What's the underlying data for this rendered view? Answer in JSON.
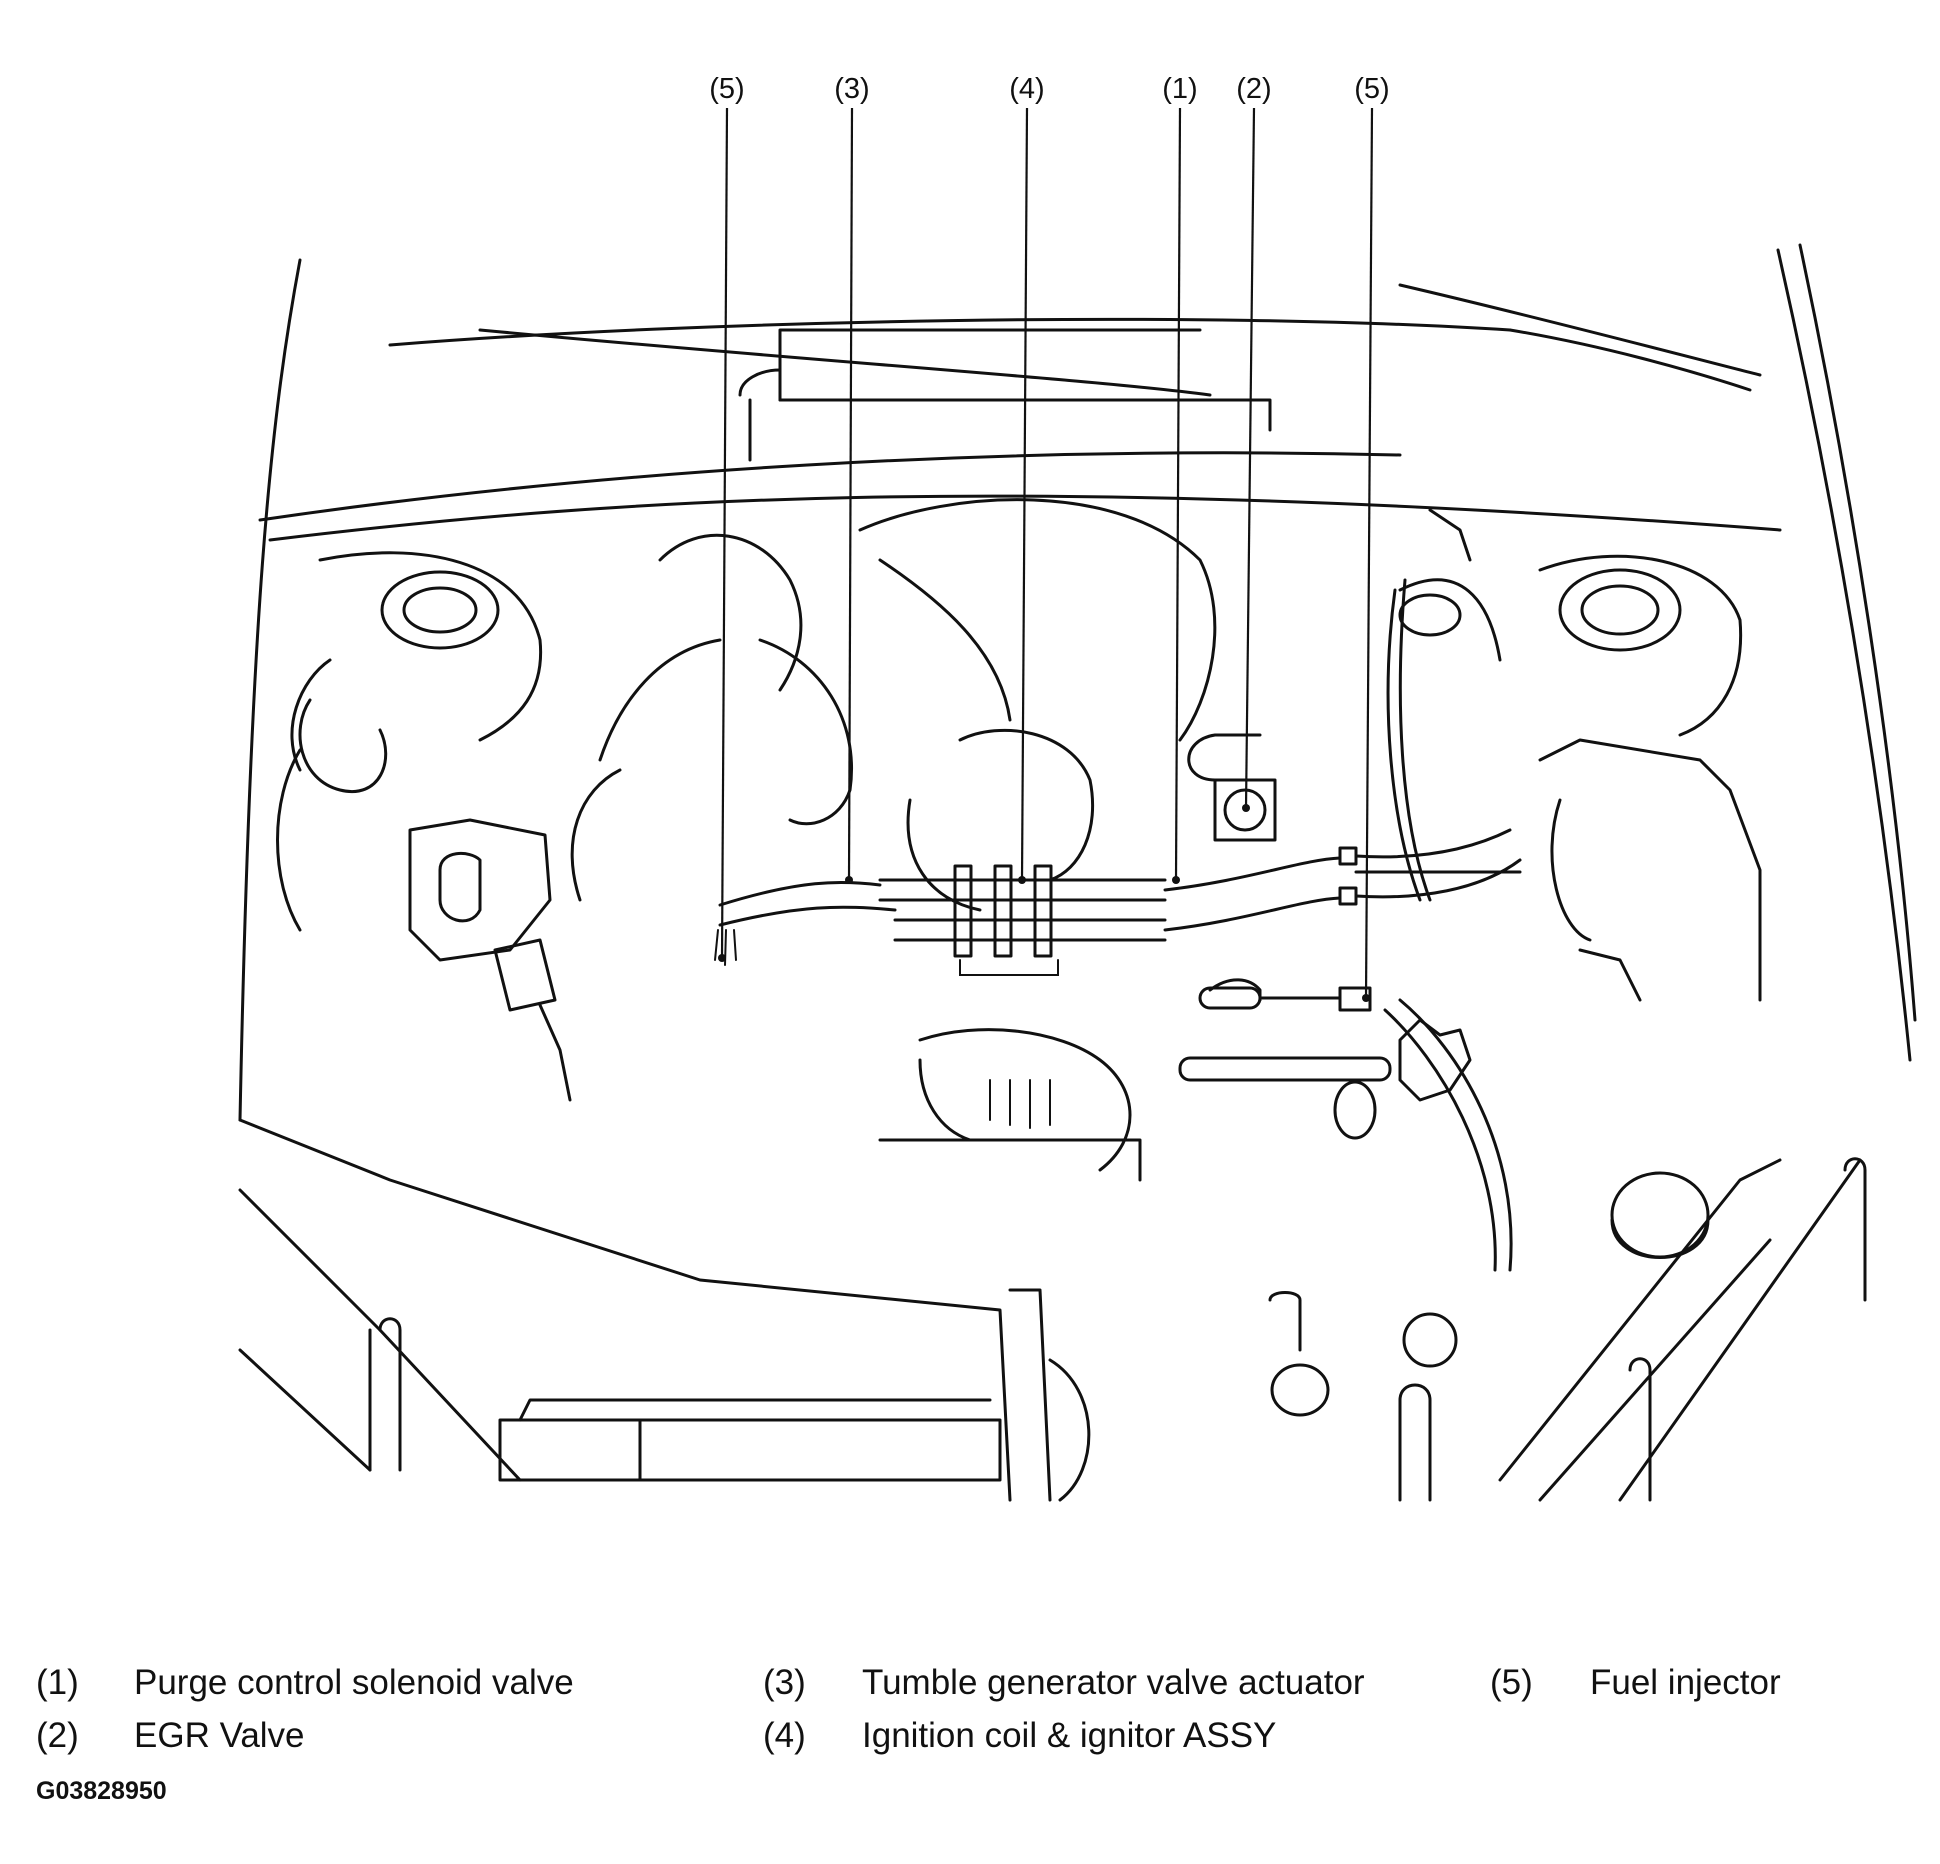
{
  "diagram": {
    "callouts": [
      {
        "id": "c5a",
        "label": "(5)"
      },
      {
        "id": "c3",
        "label": "(3)"
      },
      {
        "id": "c4",
        "label": "(4)"
      },
      {
        "id": "c1",
        "label": "(1)"
      },
      {
        "id": "c2",
        "label": "(2)"
      },
      {
        "id": "c5b",
        "label": "(5)"
      }
    ]
  },
  "legend": [
    {
      "num": "(1)",
      "text": "Purge control solenoid valve"
    },
    {
      "num": "(2)",
      "text": "EGR Valve"
    },
    {
      "num": "(3)",
      "text": "Tumble generator valve actuator"
    },
    {
      "num": "(4)",
      "text": "Ignition coil & ignitor ASSY"
    },
    {
      "num": "(5)",
      "text": "Fuel injector"
    }
  ],
  "figure_code": "G03828950"
}
